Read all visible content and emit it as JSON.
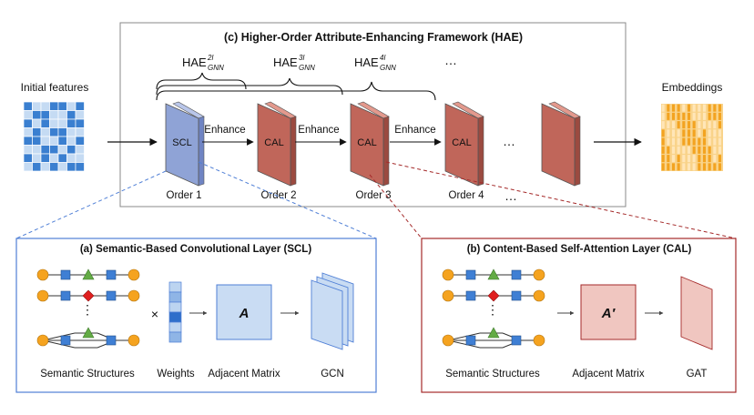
{
  "framework": {
    "title": "(c) Higher-Order Attribute-Enhancing Framework (HAE)",
    "hae_labels": [
      {
        "base": "HAE",
        "sup": "2l",
        "sub": "GNN"
      },
      {
        "base": "HAE",
        "sup": "3l",
        "sub": "GNN"
      },
      {
        "base": "HAE",
        "sup": "4l",
        "sub": "GNN"
      }
    ],
    "top_ellipsis": "…",
    "layers": [
      {
        "label": "SCL",
        "order": "Order 1"
      },
      {
        "label": "CAL",
        "order": "Order 2"
      },
      {
        "label": "CAL",
        "order": "Order 3"
      },
      {
        "label": "CAL",
        "order": "Order 4"
      },
      {
        "label": "",
        "order": ""
      }
    ],
    "enhance_labels": [
      "Enhance",
      "Enhance",
      "Enhance"
    ],
    "mid_ellipsis": "…",
    "bottom_ellipsis": "…"
  },
  "initial_features_label": "Initial features",
  "embeddings_label": "Embeddings",
  "scl_panel": {
    "title": "(a) Semantic-Based Convolutional Layer (SCL)",
    "times_symbol": "×",
    "matrix_symbol": "A",
    "vdots": "⋮",
    "captions": [
      "Semantic Structures",
      "Weights",
      "Adjacent Matrix",
      "GCN"
    ]
  },
  "cal_panel": {
    "title": "(b)  Content-Based Self-Attention Layer (CAL)",
    "matrix_symbol": "A′",
    "vdots": "⋮",
    "captions": [
      "Semantic Structures",
      "Adjacent Matrix",
      "GAT"
    ]
  },
  "colors": {
    "scl_blue": "#8fa3d6",
    "cal_red": "#c0665a",
    "node_orange": "#f5a31f",
    "node_blue": "#3f7fd4",
    "node_green": "#63ab45",
    "node_red": "#e01f1f",
    "panel_a_border": "#4f7fd6",
    "panel_b_border": "#a52a2a",
    "feature_blue": "#3a7fd0",
    "embed_orange": "#f3a320"
  }
}
